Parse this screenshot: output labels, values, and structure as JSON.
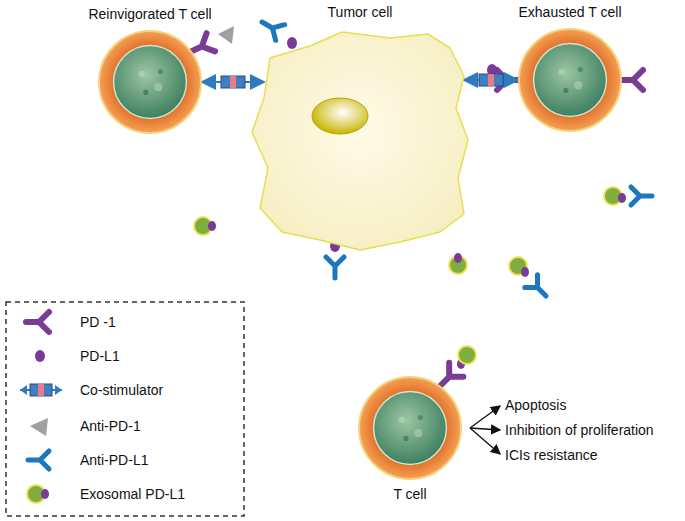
{
  "diagram": {
    "nodes": [
      {
        "text": [
          "Reinvigorated T cell"
        ]
      },
      {
        "text": [
          "Tumor cell"
        ]
      },
      {
        "text": [
          "Exhausted T cell"
        ]
      },
      {
        "text": [
          "T cell"
        ]
      }
    ],
    "edges": [
      {
        "from": 0,
        "to": 1,
        "arrow": "both"
      },
      {
        "from": 2,
        "to": 1,
        "arrow": "both"
      }
    ],
    "labels": [
      "Apoptosis",
      "Inhibition of proliferation",
      "ICIs resistance"
    ],
    "legend": [
      {
        "text": "PD -1"
      },
      {
        "text": "PD-L1"
      },
      {
        "text": "Co-stimulator"
      },
      {
        "text": "Anti-PD-1"
      },
      {
        "text": "Anti-PD-L1"
      },
      {
        "text": "Exosomal PD-L1"
      }
    ]
  }
}
